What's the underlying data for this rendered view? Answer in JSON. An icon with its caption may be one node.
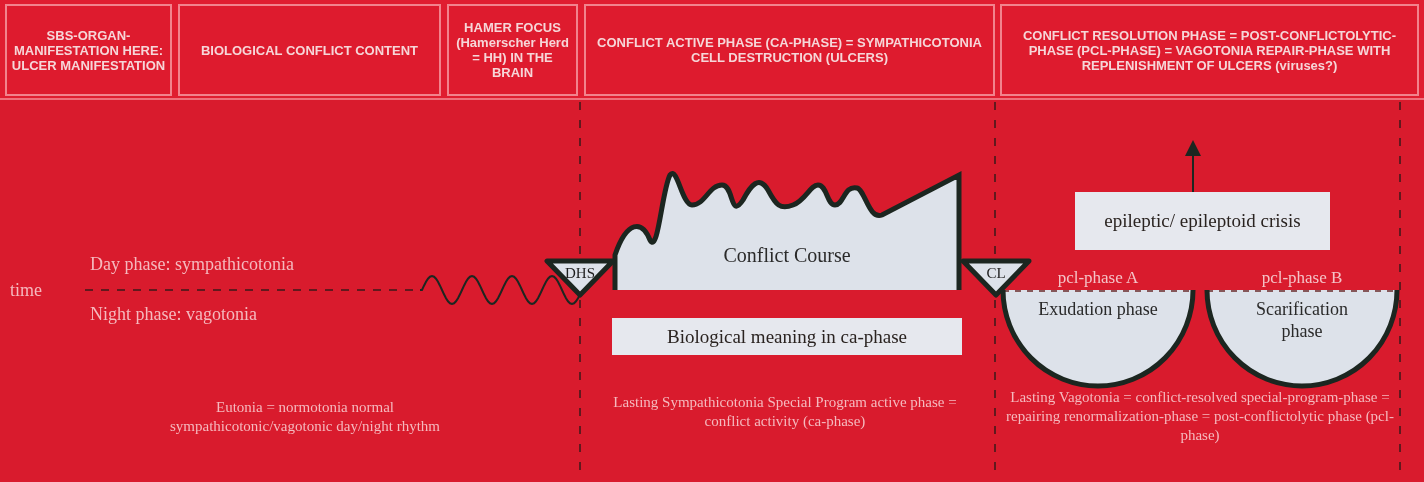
{
  "diagram": {
    "nodes": [
      {
        "text": [
          "SBS-ORGAN-MANIFESTATION HERE: ULCER MANIFESTATION"
        ]
      },
      {
        "text": [
          "BIOLOGICAL CONFLICT CONTENT"
        ]
      },
      {
        "text": [
          "HAMER FOCUS (Hamerscher Herd = HH) IN THE BRAIN"
        ]
      },
      {
        "text": [
          "CONFLICT ACTIVE PHASE (CA-PHASE) = SYMPATHICOTONIA CELL DESTRUCTION (ULCERS)"
        ]
      },
      {
        "text": [
          "CONFLICT RESOLUTION PHASE = POST-CONFLICTOLYTIC-PHASE (PCL-PHASE) = VAGOTONIA REPAIR-PHASE WITH REPLENISHMENT OF ULCERS (viruses?)"
        ]
      },
      {
        "text": [
          "Conflict Course"
        ]
      },
      {
        "text": [
          "DHS"
        ]
      },
      {
        "text": [
          "CL"
        ]
      },
      {
        "text": [
          "epileptic/ epileptoid crisis"
        ]
      },
      {
        "text": [
          "Exudation phase"
        ],
        "beside": [
          "pcl-phase A"
        ]
      },
      {
        "text": [
          "Scarification phase"
        ],
        "beside": [
          "pcl-phase B"
        ]
      },
      {
        "text": [
          "Biological meaning in ca-phase"
        ]
      }
    ],
    "labels": [
      "Day phase: sympathicotonia",
      "time",
      "Night phase: vagotonia",
      "Eutonia = normotonia normal sympathicotonic/vagotonic day/night rhythm",
      "Lasting Sympathicotonia Special Program active phase = conflict activity (ca-phase)",
      "Lasting Vagotonia = conflict-resolved special-program-phase = repairing renormalization-phase = post-conflictolytic phase (pcl-phase)"
    ]
  }
}
